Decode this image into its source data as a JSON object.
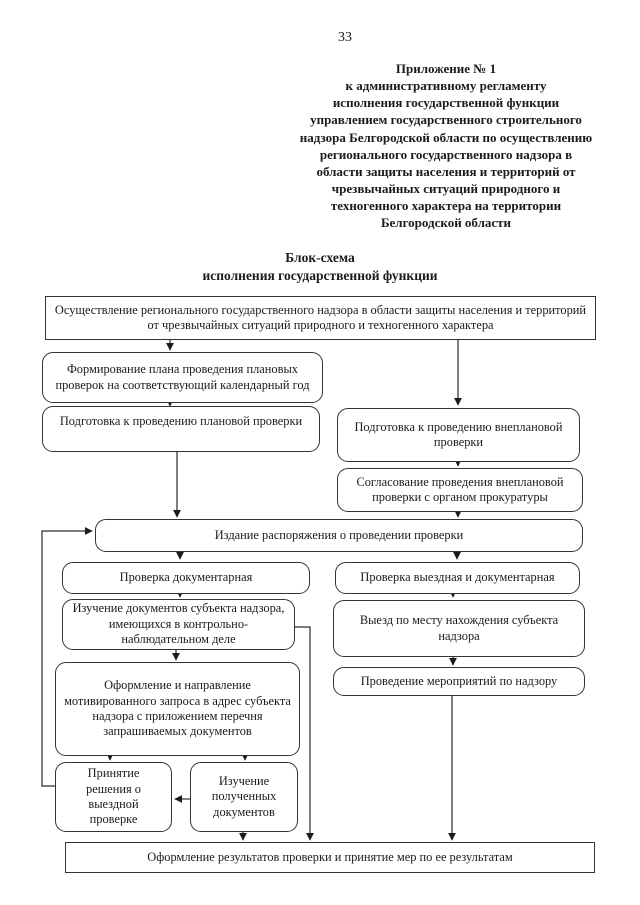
{
  "page": {
    "number": "33"
  },
  "appendix": {
    "text": "Приложение № 1\nк административному регламенту\nисполнения государственной функции\nуправлением государственного строительного\nнадзора Белгородской области по осуществлению\nрегионального государственного надзора в\nобласти защиты населения и территорий от\nчрезвычайных ситуаций природного и\nтехногенного характера на территории\nБелгородской области"
  },
  "schema": {
    "title": "Блок-схема\nисполнения государственной функции"
  },
  "nodes": {
    "top": {
      "label": "Осуществление регионального государственного надзора в области защиты населения и территорий от чрезвычайных ситуаций природного и техногенного характера"
    },
    "plan": {
      "label": "Формирование плана проведения плановых проверок на соответствующий календарный год"
    },
    "prep_planned": {
      "label": "Подготовка к проведению плановой проверки"
    },
    "prep_unplanned": {
      "label": "Подготовка к проведению внеплановой проверки"
    },
    "coordination": {
      "label": "Согласование проведения внеплановой проверки с органом прокуратуры"
    },
    "order": {
      "label": "Издание распоряжения о проведении проверки"
    },
    "doc_check": {
      "label": "Проверка документарная"
    },
    "field_doc_check": {
      "label": "Проверка выездная и документарная"
    },
    "study_docs": {
      "label": "Изучение документов субъекта надзора, имеющихся в контрольно-наблюдательном деле"
    },
    "visit": {
      "label": "Выезд по месту нахождения субъекта надзора"
    },
    "events": {
      "label": "Проведение мероприятий по надзору"
    },
    "request": {
      "label": "Оформление и направление мотивированного запроса в адрес субъекта надзора с приложением перечня запрашиваемых документов"
    },
    "decision": {
      "label": "Принятие решения о выездной проверке"
    },
    "study_received": {
      "label": "Изучение полученных документов"
    },
    "results": {
      "label": "Оформление результатов проверки и принятие мер по ее результатам"
    }
  }
}
